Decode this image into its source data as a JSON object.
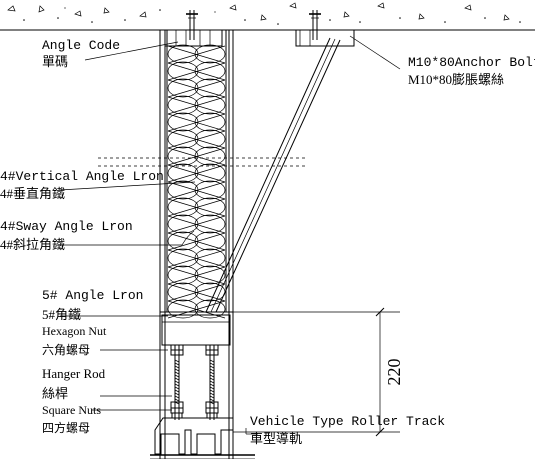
{
  "labels": {
    "angle_code_en": "Angle Code",
    "angle_code_zh": "單碼",
    "anchor_bolt_en": "M10*80Anchor Bolt",
    "anchor_bolt_zh": "M10*80膨脹螺絲",
    "vertical_angle_en": "4#Vertical Angle Lron",
    "vertical_angle_zh": "4#垂直角鐵",
    "sway_angle_en": "4#Sway Angle Lron",
    "sway_angle_zh": "4#斜拉角鐵",
    "angle5_en": "5# Angle Lron",
    "angle5_zh": "5#角鐵",
    "hex_nut_en": "Hexagon Nut",
    "hex_nut_zh": "六角螺母",
    "hanger_rod_en": "Hanger Rod",
    "hanger_rod_zh": "絲桿",
    "square_nuts_en": "Square Nuts",
    "square_nuts_zh": "四方螺母",
    "track_en": "Vehicle Type Roller Track",
    "track_zh": "車型導軌"
  },
  "dimension": {
    "value": "220"
  }
}
